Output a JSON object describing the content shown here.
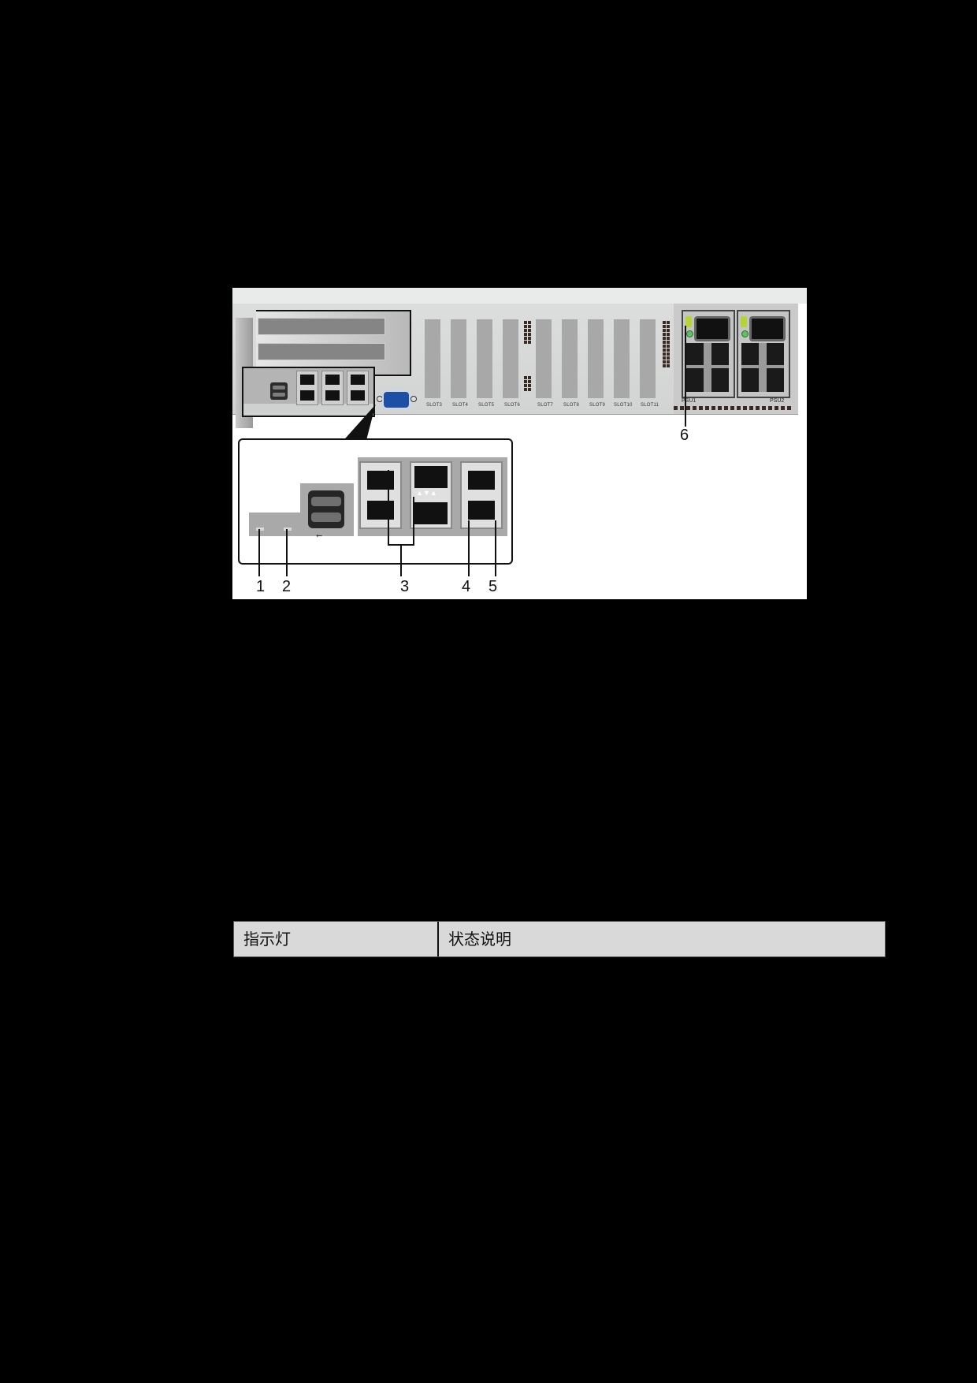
{
  "figure": {
    "description": "Server rear panel diagram with callouts",
    "slots": [
      "SLOT3",
      "SLOT4",
      "SLOT5",
      "SLOT6",
      "SLOT7",
      "SLOT8",
      "SLOT9",
      "SLOT10",
      "SLOT11"
    ],
    "psu_labels": [
      "PSU1",
      "PSU2"
    ],
    "callouts": [
      "1",
      "2",
      "3",
      "4",
      "5",
      "6"
    ],
    "colors": {
      "chassis": "#d6d8d7",
      "slot": "#a7a8a7",
      "vga": "#1d4fa6",
      "psu_latch": "#b7d33a",
      "psu_led": "#5fbf63"
    }
  },
  "table": {
    "headers": [
      "指示灯",
      "状态说明"
    ],
    "header_bg": "#d9d9d9"
  }
}
